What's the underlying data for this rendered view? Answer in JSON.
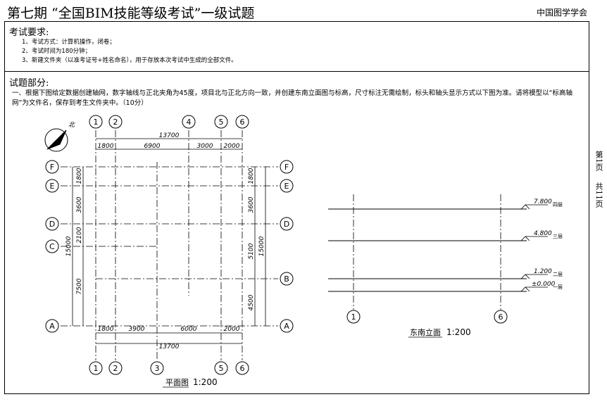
{
  "header": {
    "title": "第七期 “全国BIM技能等级考试”一级试题",
    "org": "中国图学学会"
  },
  "requirements": {
    "heading": "考试要求:",
    "items": [
      "1、考试方式：计算机操作，闭卷；",
      "2、考试时间为180分钟；",
      "3、新建文件夹（以准考证号+姓名命名），用于存放本次考试中生成的全部文件。"
    ]
  },
  "questions": {
    "heading": "试题部分:",
    "q1": "一、根据下图给定数据创建轴网，数字轴线与正北夹角为45度，项目北与正北方向一致，并创建东南立面图与标高，尺寸标注无需绘制，标头和轴头显示方式以下图为准。请将模型以“标高轴网”为文件名，保存到考生文件夹中。（10分）"
  },
  "side": {
    "page_label": "第1页",
    "total_label": "共11页"
  },
  "plan": {
    "title": "平面图",
    "scale": "1:200",
    "north_label": "北",
    "grid_numbers_top": [
      "1",
      "2",
      "4",
      "5",
      "6"
    ],
    "grid_numbers_bottom": [
      "1",
      "2",
      "3",
      "5",
      "6"
    ],
    "grid_letters_left": [
      "F",
      "E",
      "D",
      "C",
      "A"
    ],
    "grid_letters_right": [
      "F",
      "E",
      "D",
      "B",
      "A"
    ],
    "dims_top_total": "13700",
    "dims_top": [
      "1800",
      "6900",
      "3000",
      "2000"
    ],
    "dims_bottom_total": "13700",
    "dims_bottom": [
      "1800",
      "3900",
      "6000",
      "2000"
    ],
    "dims_left_total": "15000",
    "dims_left": [
      "1800",
      "3600",
      "2100",
      "7500"
    ],
    "dims_right_total": "15000",
    "dims_right": [
      "1800",
      "3600",
      "5100",
      "4500"
    ]
  },
  "elevation": {
    "title": "东南立面",
    "scale": "1:200",
    "levels": [
      {
        "value": "7.800",
        "name": "四层"
      },
      {
        "value": "4.800",
        "name": "三层"
      },
      {
        "value": "1.200",
        "name": "二层"
      },
      {
        "value": "±0.000",
        "name": "一层"
      }
    ],
    "grid_numbers": [
      "1",
      "6"
    ]
  }
}
